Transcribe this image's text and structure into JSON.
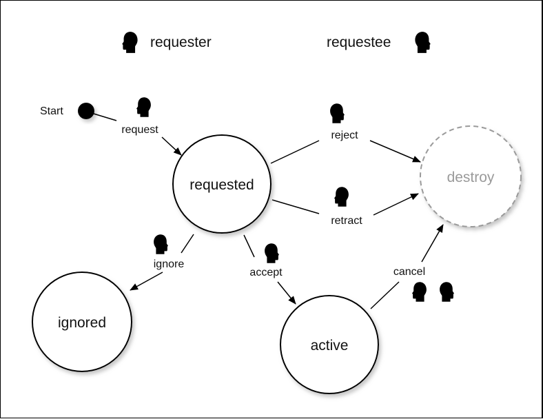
{
  "legend": {
    "requester": "requester",
    "requestee": "requestee"
  },
  "start": {
    "label": "Start"
  },
  "states": {
    "requested": "requested",
    "ignored": "ignored",
    "active": "active",
    "destroy": "destroy"
  },
  "transitions": {
    "request": "request",
    "reject": "reject",
    "retract": "retract",
    "ignore": "ignore",
    "accept": "accept",
    "cancel": "cancel"
  },
  "colors": {
    "stroke": "#000000",
    "destroy_text": "#9a9a9a",
    "destroy_border": "#9a9a9a",
    "shadow": "#bbbbbb"
  },
  "icons": {
    "requester": "person-head-left-icon",
    "requestee": "person-head-right-icon"
  }
}
